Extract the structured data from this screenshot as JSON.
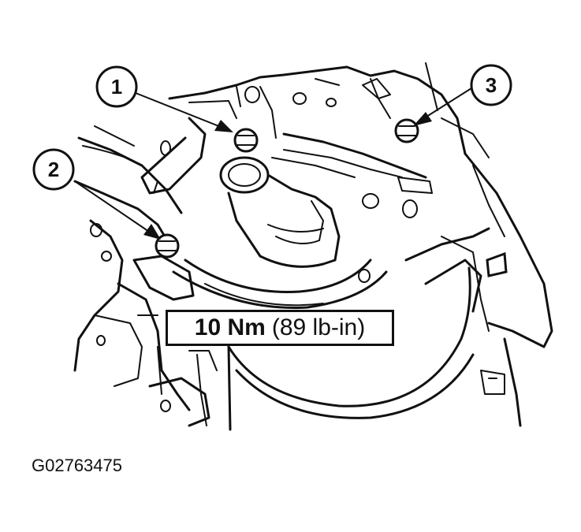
{
  "callouts": [
    {
      "label": "1"
    },
    {
      "label": "2"
    },
    {
      "label": "3"
    }
  ],
  "torque_spec": {
    "metric": "10 Nm",
    "imperial": "(89 lb-in)"
  },
  "figure_id": "G02763475"
}
